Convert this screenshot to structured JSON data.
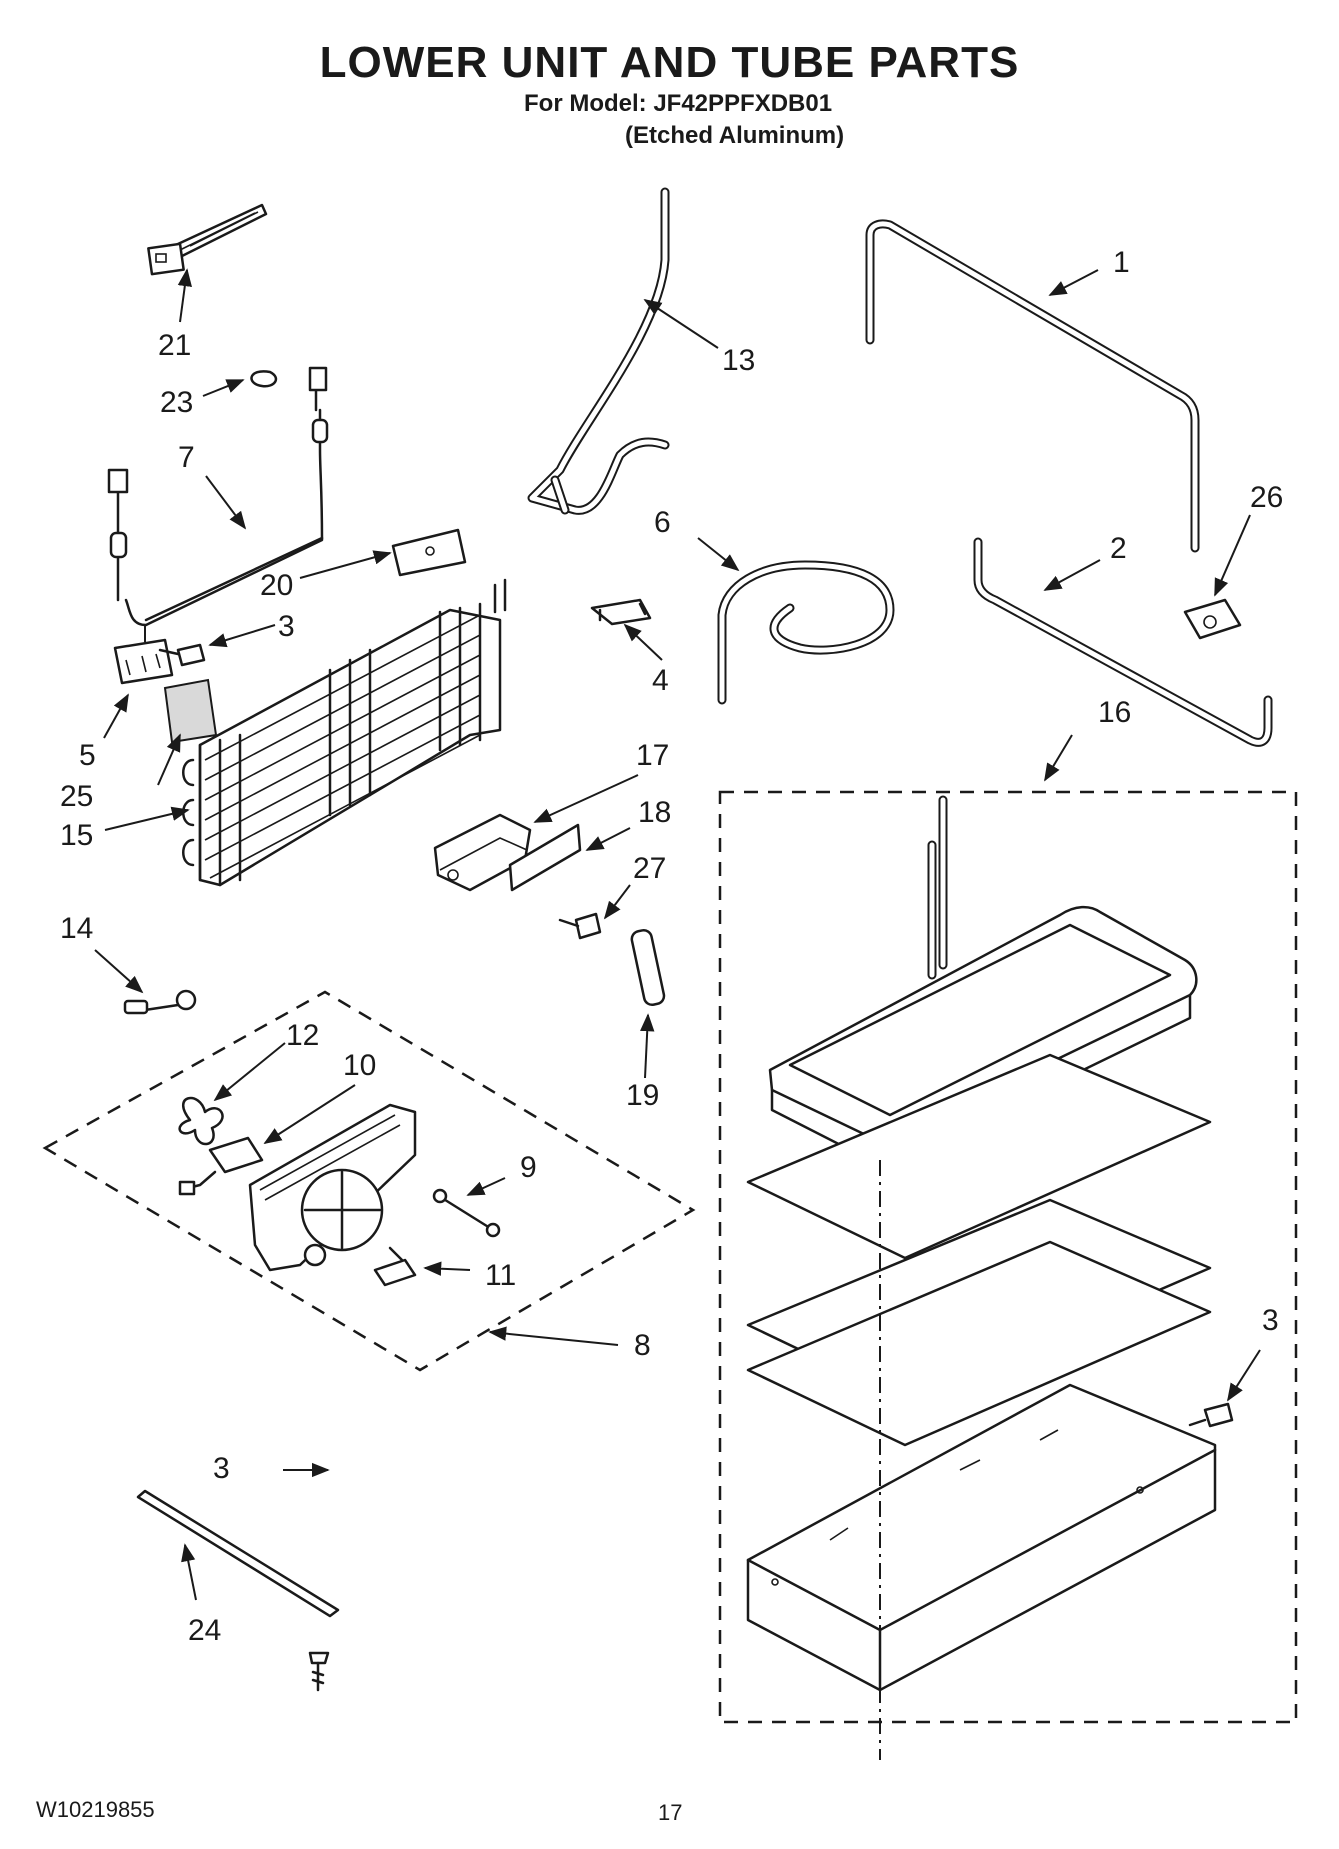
{
  "header": {
    "title": "LOWER UNIT AND TUBE PARTS",
    "model_line": "For Model: JF42PPFXDB01",
    "finish_line": "(Etched Aluminum)"
  },
  "callouts": [
    {
      "id": "c1",
      "text": "1"
    },
    {
      "id": "c2",
      "text": "2"
    },
    {
      "id": "c3a",
      "text": "3"
    },
    {
      "id": "c3b",
      "text": "3"
    },
    {
      "id": "c3c",
      "text": "3"
    },
    {
      "id": "c4",
      "text": "4"
    },
    {
      "id": "c5",
      "text": "5"
    },
    {
      "id": "c6",
      "text": "6"
    },
    {
      "id": "c7",
      "text": "7"
    },
    {
      "id": "c8",
      "text": "8"
    },
    {
      "id": "c9",
      "text": "9"
    },
    {
      "id": "c10",
      "text": "10"
    },
    {
      "id": "c11",
      "text": "11"
    },
    {
      "id": "c12",
      "text": "12"
    },
    {
      "id": "c13",
      "text": "13"
    },
    {
      "id": "c14",
      "text": "14"
    },
    {
      "id": "c15",
      "text": "15"
    },
    {
      "id": "c16",
      "text": "16"
    },
    {
      "id": "c17",
      "text": "17"
    },
    {
      "id": "c18",
      "text": "18"
    },
    {
      "id": "c19",
      "text": "19"
    },
    {
      "id": "c20",
      "text": "20"
    },
    {
      "id": "c21",
      "text": "21"
    },
    {
      "id": "c23",
      "text": "23"
    },
    {
      "id": "c24",
      "text": "24"
    },
    {
      "id": "c25",
      "text": "25"
    },
    {
      "id": "c26",
      "text": "26"
    },
    {
      "id": "c27",
      "text": "27"
    }
  ],
  "footer": {
    "document_code": "W10219855",
    "page_number": "17"
  }
}
